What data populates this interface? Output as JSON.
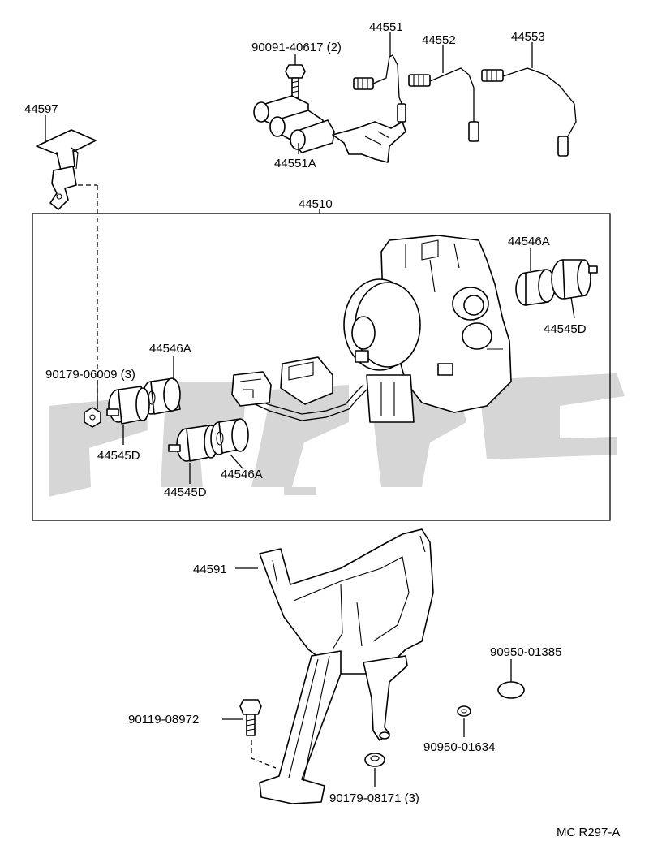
{
  "watermark_color": "#cfcfcf",
  "labels": {
    "p44597": "44597",
    "p90091": "90091-40617 (2)",
    "p44551": "44551",
    "p44552": "44552",
    "p44553": "44553",
    "p44551A": "44551A",
    "p44510": "44510",
    "p44546A_right": "44546A",
    "p44545D_right": "44545D",
    "p44546A_left": "44546A",
    "p90179_06009": "90179-06009 (3)",
    "p44545D_left": "44545D",
    "p44545D_lower": "44545D",
    "p44546A_lower": "44546A",
    "p44591": "44591",
    "p90950_01385": "90950-01385",
    "p90119": "90119-08972",
    "p90950_01634": "90950-01634",
    "p90179_08171": "90179-08171 (3)",
    "diagram_code": "MC R297-A"
  }
}
